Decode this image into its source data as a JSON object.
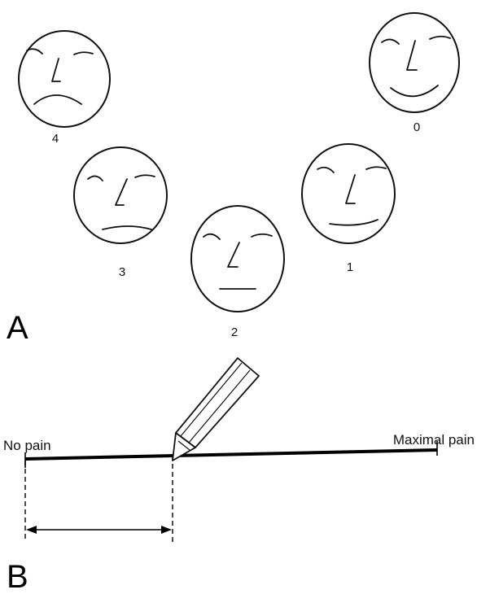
{
  "panels": {
    "a_label": "A",
    "b_label": "B"
  },
  "faces": [
    {
      "score": "4",
      "expression": "frown-strong"
    },
    {
      "score": "3",
      "expression": "frown-slight"
    },
    {
      "score": "2",
      "expression": "neutral"
    },
    {
      "score": "1",
      "expression": "smile-slight"
    },
    {
      "score": "0",
      "expression": "smile"
    }
  ],
  "vas": {
    "left_label": "No pain",
    "right_label": "Maximal pain",
    "mark_position": 0.355
  },
  "icons": {
    "pencil": "pencil-icon",
    "measure": "double-arrow-icon"
  }
}
